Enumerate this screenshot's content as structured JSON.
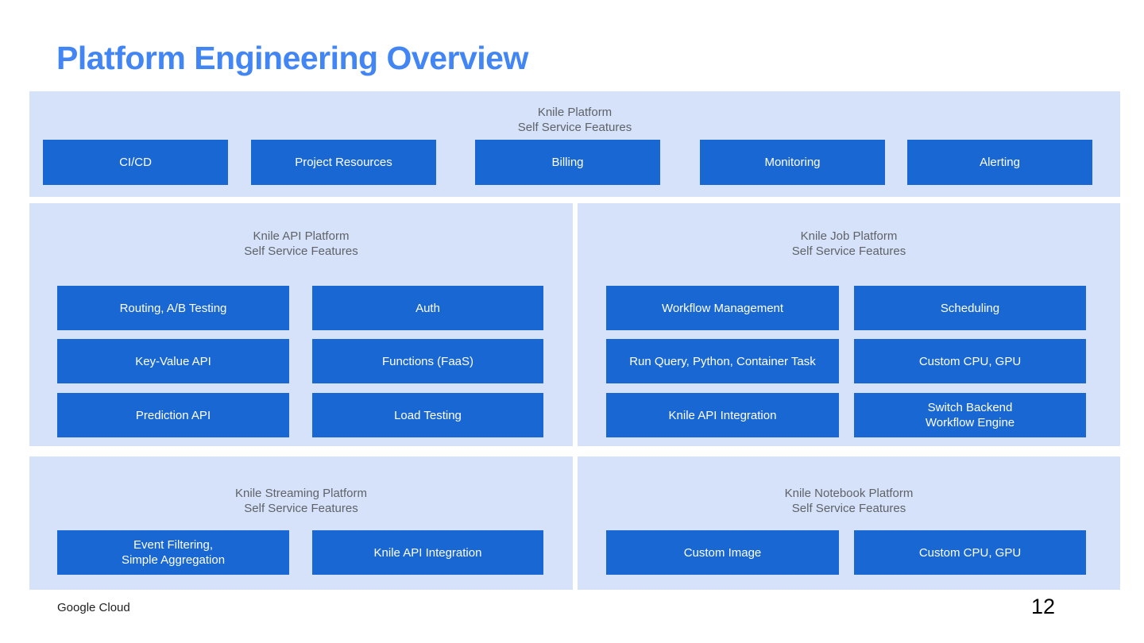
{
  "slide": {
    "title": "Platform Engineering Overview"
  },
  "panels": {
    "platform": {
      "heading": [
        "Knile Platform",
        "Self Service Features"
      ],
      "buttons": [
        "CI/CD",
        "Project Resources",
        "Billing",
        "Monitoring",
        "Alerting"
      ]
    },
    "api": {
      "heading": [
        "Knile API Platform",
        "Self Service Features"
      ],
      "buttons": [
        "Routing, A/B Testing",
        "Auth",
        "Key-Value API",
        "Functions (FaaS)",
        "Prediction API",
        "Load Testing"
      ]
    },
    "job": {
      "heading": [
        "Knile Job Platform",
        "Self Service Features"
      ],
      "buttons": [
        "Workflow Management",
        "Scheduling",
        "Run Query, Python, Container Task",
        "Custom CPU, GPU",
        "Knile API Integration",
        "Switch Backend\nWorkflow Engine"
      ]
    },
    "streaming": {
      "heading": [
        "Knile Streaming Platform",
        "Self Service Features"
      ],
      "buttons": [
        "Event Filtering,\nSimple Aggregation",
        "Knile API Integration"
      ]
    },
    "notebook": {
      "heading": [
        "Knile Notebook Platform",
        "Self Service Features"
      ],
      "buttons": [
        "Custom Image",
        "Custom CPU, GPU"
      ]
    }
  },
  "footer": {
    "brand": "Google Cloud",
    "page_number": "12"
  },
  "colors": {
    "title_blue": "#4285F4",
    "panel_background": "#D6E2F9",
    "box_blue": "#1967D2",
    "heading_gray": "#5F6368"
  }
}
